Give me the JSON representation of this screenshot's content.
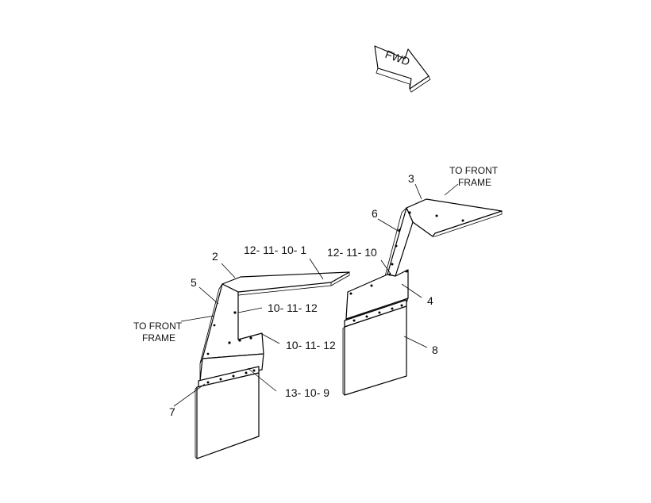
{
  "direction_arrow": {
    "text": "FWD"
  },
  "notes": {
    "right_to_front_frame": [
      "TO FRONT",
      "FRAME"
    ],
    "left_to_front_frame": [
      "TO FRONT",
      "FRAME"
    ]
  },
  "callouts": {
    "c2": "2",
    "c3": "3",
    "c4": "4",
    "c5": "5",
    "c6": "6",
    "c7": "7",
    "c8": "8",
    "c12_11_10_1": "12- 11- 10- 1",
    "c12_11_10": "12- 11- 10",
    "c10_11_12_upper": "10- 11- 12",
    "c10_11_12_lower": "10- 11- 12",
    "c13_10_9": "13- 10- 9"
  }
}
